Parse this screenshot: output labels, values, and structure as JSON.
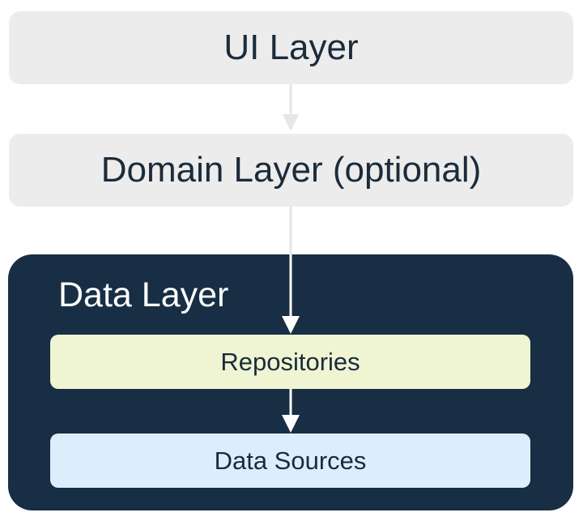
{
  "diagram": {
    "layers": {
      "ui": "UI Layer",
      "domain": "Domain Layer (optional)",
      "data": {
        "title": "Data Layer",
        "components": {
          "repositories": "Repositories",
          "data_sources": "Data Sources"
        }
      }
    },
    "colors": {
      "light_box": "#ececec",
      "dark_container": "#172e44",
      "repositories_fill": "#eff4d3",
      "data_sources_fill": "#dceefb",
      "text_dark": "#1b2b3b",
      "arrow_light": "#e6e6e6",
      "arrow_white": "#ffffff"
    }
  }
}
